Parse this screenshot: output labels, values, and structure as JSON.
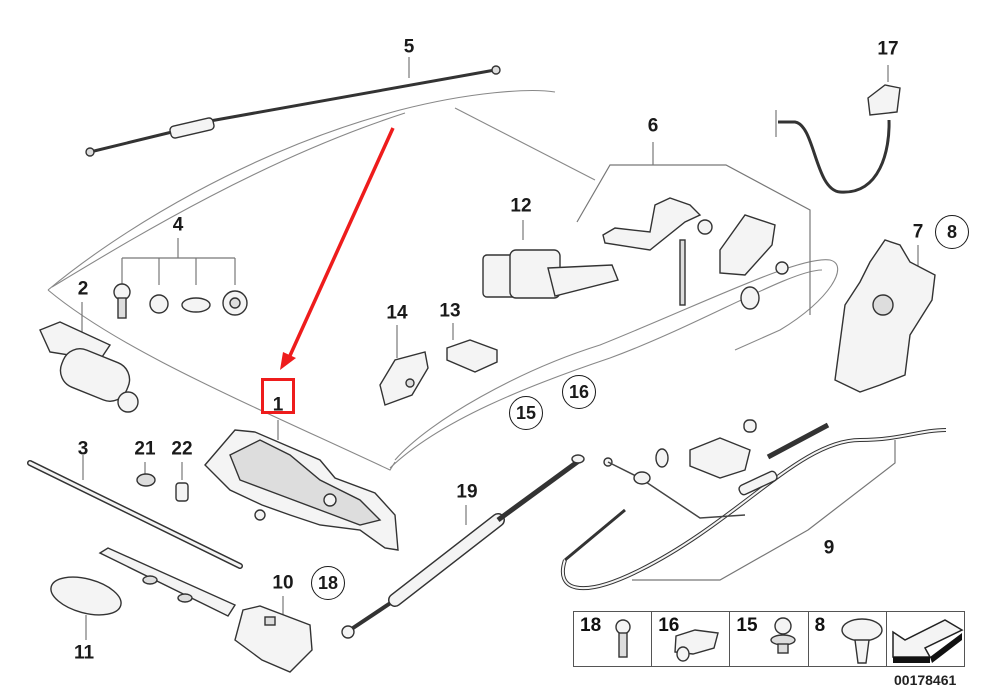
{
  "diagram": {
    "title": "Parts diagram - convertible top mechanism",
    "document_id": "00178461",
    "highlighted_part": "1",
    "highlight_color": "#ee1c1c",
    "callouts": [
      {
        "id": "1",
        "label": "1",
        "circled": false,
        "highlighted": true
      },
      {
        "id": "2",
        "label": "2",
        "circled": false
      },
      {
        "id": "3",
        "label": "3",
        "circled": false
      },
      {
        "id": "4",
        "label": "4",
        "circled": false
      },
      {
        "id": "5",
        "label": "5",
        "circled": false
      },
      {
        "id": "6",
        "label": "6",
        "circled": false
      },
      {
        "id": "7",
        "label": "7",
        "circled": false
      },
      {
        "id": "8",
        "label": "8",
        "circled": true
      },
      {
        "id": "9",
        "label": "9",
        "circled": false
      },
      {
        "id": "10",
        "label": "10",
        "circled": false
      },
      {
        "id": "11",
        "label": "11",
        "circled": false
      },
      {
        "id": "12",
        "label": "12",
        "circled": false
      },
      {
        "id": "13",
        "label": "13",
        "circled": false
      },
      {
        "id": "14",
        "label": "14",
        "circled": false
      },
      {
        "id": "15",
        "label": "15",
        "circled": true
      },
      {
        "id": "16",
        "label": "16",
        "circled": true
      },
      {
        "id": "17",
        "label": "17",
        "circled": false
      },
      {
        "id": "18",
        "label": "18",
        "circled": true
      },
      {
        "id": "19",
        "label": "19",
        "circled": false
      },
      {
        "id": "21",
        "label": "21",
        "circled": false
      },
      {
        "id": "22",
        "label": "22",
        "circled": false
      }
    ],
    "legend": [
      {
        "number": "18",
        "icon": "screw-icon"
      },
      {
        "number": "16",
        "icon": "bushing-icon"
      },
      {
        "number": "15",
        "icon": "ball-stud-icon"
      },
      {
        "number": "8",
        "icon": "clip-icon"
      },
      {
        "number": "",
        "icon": "arrow-icon"
      }
    ]
  }
}
